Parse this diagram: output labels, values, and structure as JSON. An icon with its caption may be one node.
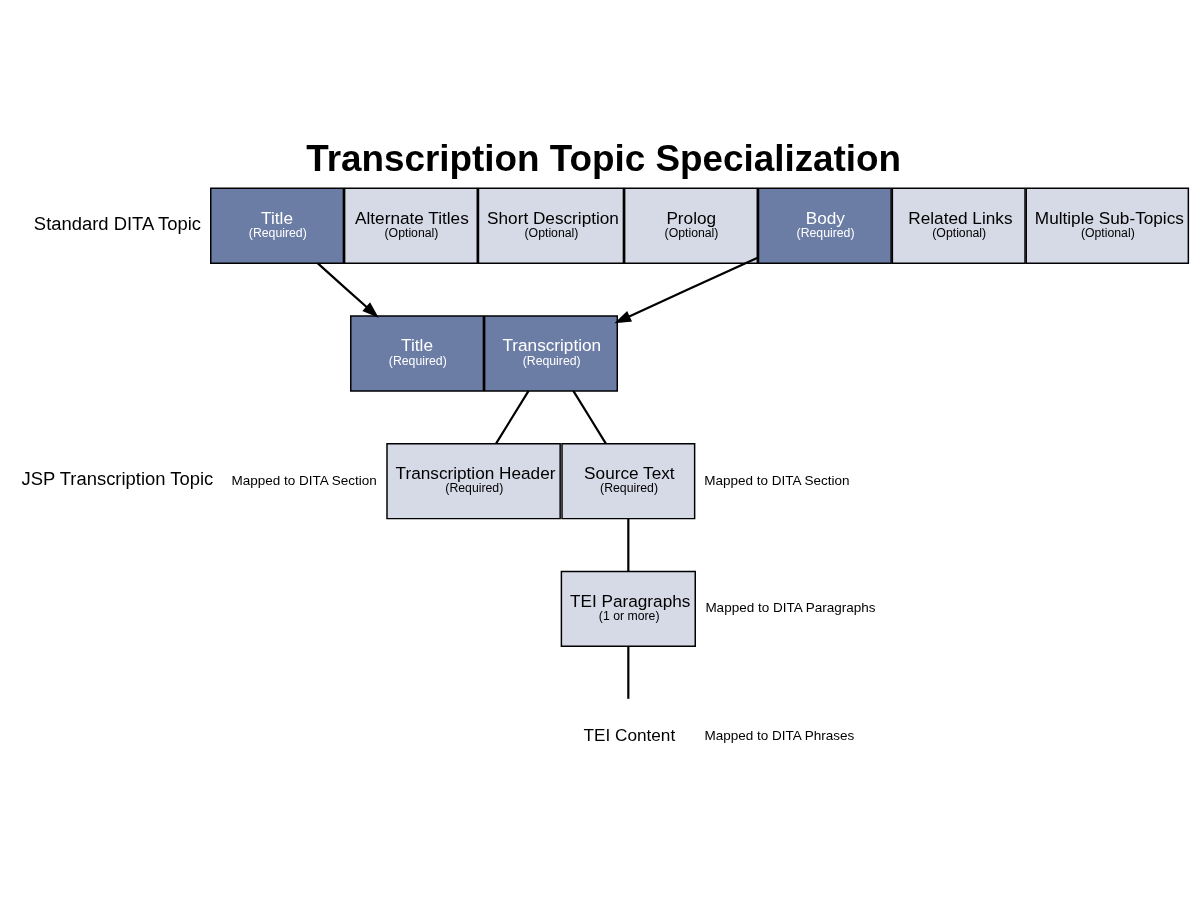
{
  "diagram": {
    "title": "Transcription Topic Specialization",
    "nodes": [
      {
        "text": [
          "Title",
          "(Required)"
        ]
      },
      {
        "text": [
          "Alternate Titles",
          "(Optional)"
        ]
      },
      {
        "text": [
          "Short Description",
          "(Optional)"
        ]
      },
      {
        "text": [
          "Prolog",
          "(Optional)"
        ]
      },
      {
        "text": [
          "Body",
          "(Required)"
        ]
      },
      {
        "text": [
          "Related Links",
          "(Optional)"
        ]
      },
      {
        "text": [
          "Multiple Sub-Topics",
          "(Optional)"
        ]
      },
      {
        "text": [
          "Title",
          "(Required)"
        ]
      },
      {
        "text": [
          "Transcription",
          "(Required)"
        ]
      },
      {
        "text": [
          "Transcription Header",
          "(Required)"
        ],
        "beside": [
          "Mapped to DITA Section"
        ]
      },
      {
        "text": [
          "Source Text",
          "(Required)"
        ],
        "beside": [
          "Mapped to DITA Section"
        ]
      },
      {
        "text": [
          "TEI Paragraphs",
          "(1 or more)"
        ],
        "beside": [
          "Mapped to DITA Paragraphs"
        ]
      },
      {
        "text": [
          "TEI Content"
        ],
        "beside": [
          "Mapped to DITA Phrases"
        ]
      }
    ],
    "edges": [
      {
        "from": 0,
        "to": 7,
        "arrow": "to"
      },
      {
        "from": 4,
        "to": 8,
        "arrow": "to"
      },
      {
        "from": 8,
        "to": 9,
        "arrow": "none"
      },
      {
        "from": 8,
        "to": 10,
        "arrow": "none"
      },
      {
        "from": 10,
        "to": 11,
        "arrow": "none"
      },
      {
        "from": 11,
        "to": 12,
        "arrow": "none"
      }
    ],
    "labels": [
      "Standard DITA Topic",
      "JSP Transcription Topic"
    ]
  }
}
